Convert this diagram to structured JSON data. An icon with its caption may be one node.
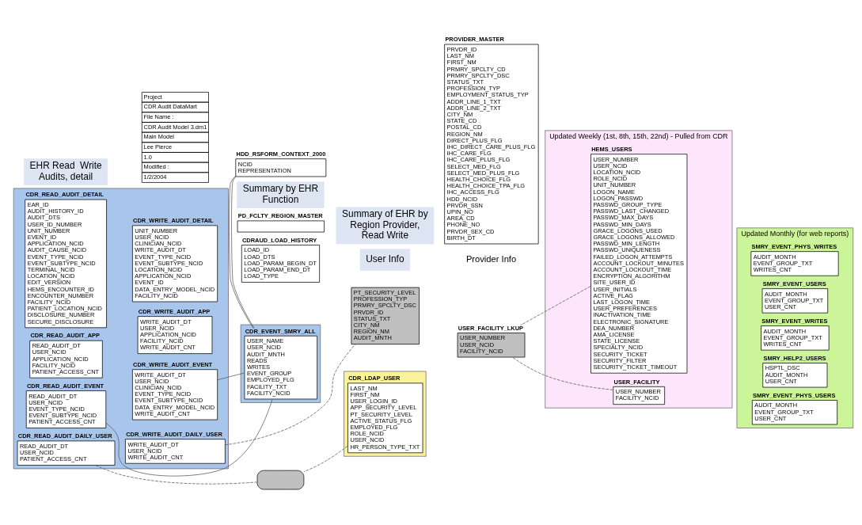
{
  "diagram": {
    "nodes": [
      {
        "text": [],
        "shape": "box"
      },
      {
        "text": [
          "CDR_READ_AUDIT_DETAIL",
          "EAR_ID",
          "AUDIT_HISTORY_ID",
          "AUDIT_DTS",
          "USER_ID_NUMBER",
          "UNIT_NUMBER",
          "EVENT_ID",
          "APPLICATION_NCID",
          "AUDIT_CAUSE_NCID",
          "EVENT_TYPE_NCID",
          "EVENT_SUBTYPE_NCID",
          "TERMINAL_NCID",
          "LOCATION_NCID",
          "EDIT_VERSION",
          "HEMS_ENCOUNTER_ID",
          "ENCOUNTER_NUMBER",
          "FACILITY_NCID",
          "PATIENT_LOCATION_NCID",
          "DISCLOSURE_NUMBER",
          "SECURE_DISCLOSURE"
        ],
        "in": 0
      },
      {
        "text": [
          "CDR_WRITE_AUDIT_DETAIL",
          "UNIT_NUMBER",
          "USER_NCID",
          "CLINICIAN_NCID",
          "WRITE_AUDIT_DT",
          "EVENT_TYPE_NCID",
          "EVENT_SUBTYPE_NCID",
          "LOCATION_NCID",
          "APPLICATION_NCID",
          "EVENT_ID",
          "DATA_ENTRY_MODEL_NCID",
          "FACILITY_NCID"
        ],
        "in": 0
      },
      {
        "text": [
          "CDR_READ_AUDIT_APP",
          "READ_AUDIT_DT",
          "USER_NCID",
          "APPLICATION_NCID",
          "FACILITY_NCID",
          "PATIENT_ACCESS_CNT"
        ],
        "in": 0
      },
      {
        "text": [
          "CDR_WRITE_AUDIT_APP",
          "WRITE_AUDIT_DT",
          "USER_NCID",
          "APPLICATION_NCID",
          "FACILITY_NCID",
          "WRITE_AUDIT_CNT"
        ],
        "in": 0
      },
      {
        "text": [
          "CDR_READ_AUDIT_EVENT",
          "READ_AUDIT_DT",
          "USER_NCID",
          "EVENT_TYPE_NCID",
          "EVENT_SUBTYPE_NCID",
          "PATIENT_ACCESS_CNT"
        ],
        "in": 0
      },
      {
        "text": [
          "CDR_WRITE_AUDIT_EVENT",
          "WRITE_AUDIT_DT",
          "USER_NCID",
          "CLINICIAN_NCID",
          "EVENT_TYPE_NCID",
          "EVENT_SUBTYPE_NCID",
          "DATA_ENTRY_MODEL_NCID",
          "WRITE_AUDIT_CNT"
        ],
        "in": 0
      },
      {
        "text": [
          "CDR_READ_AUDIT_DAILY_USER",
          "READ_AUDIT_DT",
          "USER_NCID",
          "PATIENT_ACCESS_CNT"
        ],
        "in": 0
      },
      {
        "text": [
          "CDR_WRITE_AUDIT_DAILY_USER",
          "WRITE_AUDIT_DT",
          "USER_NCID",
          "WRITE_AUDIT_CNT"
        ],
        "in": 0
      },
      {
        "text": [
          "EHR Read  Write Audits, detail"
        ]
      },
      {
        "text": [
          "CDRAUD_LOAD_HISTORY",
          "LOAD_ID",
          "LOAD_DTS",
          "LOAD_PARAM_BEGIN_DT",
          "LOAD_PARAM_END_DT",
          "LOAD_TYPE"
        ]
      },
      {
        "text": [
          "PD_FCLTY_REGION_MASTER"
        ]
      },
      {
        "text": [
          "Summary by EHR Function"
        ]
      },
      {
        "text": [],
        "shape": "box"
      },
      {
        "text": [
          "CDR_EVENT_SMRY_ALL",
          "USER_NAME",
          "USER_NCID",
          "AUDIT_MNTH",
          "READS",
          "WRITES",
          "EVENT_GROUP",
          "EMPLOYED_FLG",
          "FACILITY_TXT",
          "FACILITY_NCID"
        ],
        "in": 13
      },
      {
        "text": [
          "Updated Weekly (1st, 8th, 15th, 22nd) - Pulled from CDR"
        ]
      },
      {
        "text": [
          "HEMS_USERS",
          "USER_NUMBER",
          "USER_NCID",
          "LOCATION_NCID",
          "ROLE_NCID",
          "UNIT_NUMBER",
          "LOGON_NAME",
          "LOGON_PASSWD",
          "PASSWD_GROUP_TYPE",
          "PASSWD_LAST_CHANGED",
          "PASSWD_MAX_DAYS",
          "PASSWD_MIN_DAYS",
          "GRACE_LOGONS_USED",
          "GRACE_LOGONS_ALLOWED",
          "PASSWD_MIN_LENGTH",
          "PASSWD_UNIQUENESS",
          "FAILED_LOGON_ATTEMPTS",
          "ACCOUNT_LOCKOUT_MINUTES",
          "ACCOUNT_LOCKOUT_TIME",
          "ENCRYPTION_ALGORITHM",
          "SITE_USER_ID",
          "USER_INITIALS",
          "ACTIVE_FLAG",
          "LAST_LOGON_TIME",
          "USER_PREFERENCES",
          "INACTIVATION_TIME",
          "ELECTRONIC_SIGNATURE",
          "DEA_NUMBER",
          "AMA_LICENSE",
          "STATE_LICENSE",
          "SPECIALTY_NCID",
          "SECURITY_TICKET",
          "SECURITY_FILTER",
          "SECURITY_TICKET_TIMEOUT"
        ],
        "in": 15
      },
      {
        "text": [
          "USER_FACILITY",
          "USER_NUMBER",
          "FACILITY_NCID"
        ],
        "in": 15
      },
      {
        "text": [
          "USER_FACILITY_LKUP",
          "USER_NUMBER",
          "USER_NCID",
          "FACILITY_NCID"
        ]
      },
      {
        "text": [
          "User Info"
        ]
      },
      {
        "text": [],
        "shape": "box"
      },
      {
        "text": [
          "CDR_LDAP_USER",
          "LAST_NM",
          "FIRST_NM",
          "USER_LOGIN_ID",
          "APP_SECURITY_LEVEL",
          "PT_SECURITY_LEVEL",
          "ACTIVE_STATUS_FLG",
          "EMPLOYED_FLG",
          "ROLE_NCID",
          "USER_NCID",
          "HR_PERSON_TYPE_TXT"
        ],
        "in": 20
      },
      {
        "text": [],
        "shape": "box"
      },
      {
        "text": [
          "Summary of EHR by Region Provider, Read Write"
        ]
      },
      {
        "text": [
          "HDD_RSFORM_CONTEXT_2000",
          "NCID",
          "REPRESENTATION"
        ]
      },
      {
        "text": [
          "PT_SECURITY_LEVEL",
          "PROFESSION_TYP",
          "PRMRY_SPCLTY_DSC",
          "PRVDR_ID",
          "STATUS_TXT",
          "CITY_NM",
          "REGION_NM",
          "AUDIT_MNTH"
        ]
      },
      {
        "text": [
          "PROVIDER_MASTER",
          "PRVDR_ID",
          "LAST_NM",
          "FIRST_NM",
          "PRMRY_SPCLTY_CD",
          "PRMRY_SPCLTY_DSC",
          "STATUS_TXT",
          "PROFESSION_TYP",
          "EMPLOYMENT_STATUS_TYP",
          "ADDR_LINE_1_TXT",
          "ADDR_LINE_2_TXT",
          "CITY_NM",
          "STATE_CD",
          "POSTAL_CD",
          "REGION_NM",
          "DIRECT_PLUS_FLG",
          "IHC_DIRECT_CARE_PLUS_FLG",
          "IHC_CARE_FLG",
          "IHC_CARE_PLUS_FLG",
          "SELECT_MED_FLG",
          "SELECT_MED_PLUS_FLG",
          "HEALTH_CHOICE_FLG",
          "HEALTH_CHOICE_TPA_FLG",
          "IHC_ACCESS_FLG",
          "HDD_NCID",
          "PRVDR_SSN",
          "UPIN_NO",
          "AREA_CD",
          "PHONE_NO",
          "PRVDR_SEX_CD",
          "BIRTH_DT"
        ]
      },
      {
        "text": [
          "Updated Monthly (for web reports)"
        ]
      },
      {
        "text": [
          "SMRY_EVENT_PHYS_WRITES",
          "AUDIT_MONTH",
          "EVENT_GROUP_TXT",
          "WRITES_CNT"
        ],
        "in": 27
      },
      {
        "text": [
          "SMRY_EVENT_USERS",
          "AUDIT_MONTH",
          "EVENT_GROUP_TXT",
          "USER_CNT"
        ],
        "in": 27
      },
      {
        "text": [
          "SMRY_EVENT_WRITES",
          "AUDIT_MONTH",
          "EVENT_GROUP_TXT",
          "WRITES_CNT"
        ],
        "in": 27
      },
      {
        "text": [
          "SMRY_HELP2_USERS",
          "HSPTL_DSC",
          "AUDIT_MONTH",
          "USER_CNT"
        ],
        "in": 27
      },
      {
        "text": [
          "SMRY_EVENT_PHYS_USERS",
          "AUDIT_MONTH",
          "EVENT_GROUP_TXT",
          "USER_CNT"
        ],
        "in": 27
      }
    ],
    "edges": [
      {
        "from": 5,
        "to": 14,
        "arrow": "none"
      },
      {
        "from": 6,
        "to": 14,
        "arrow": "none"
      },
      {
        "from": 14,
        "to": 24,
        "arrow": "none"
      },
      {
        "from": 14,
        "to": 24,
        "arrow": "none"
      },
      {
        "from": 7,
        "to": 22,
        "arrow": "none",
        "style": "dashed"
      },
      {
        "from": 21,
        "to": 22,
        "arrow": "none",
        "style": "dashed"
      },
      {
        "from": 8,
        "to": 25,
        "arrow": "none",
        "style": "dashed"
      },
      {
        "from": 16,
        "to": 18,
        "arrow": "none",
        "style": "dashed"
      },
      {
        "from": 17,
        "to": 18,
        "arrow": "none",
        "style": "dashed"
      }
    ],
    "labels": [
      "Project",
      "CDR Audit DataMart",
      "File Name :",
      "CDR Audit Model 3.dm1",
      "Main Model",
      "Lee Pierce",
      "1.0",
      "Modified :",
      "1/2/2004",
      "Provider Info"
    ]
  }
}
